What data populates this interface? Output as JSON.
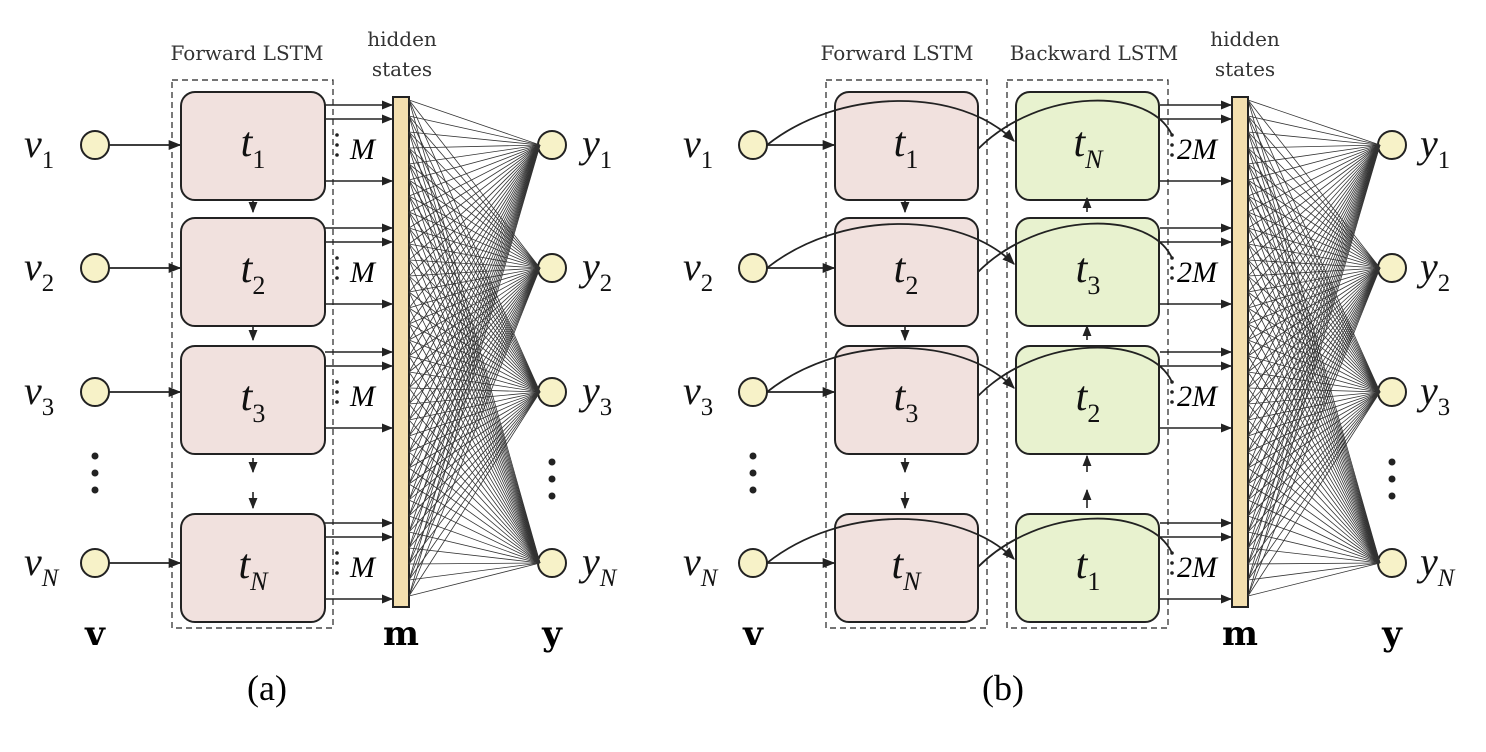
{
  "colors": {
    "forward_fill": "#f1e1de",
    "backward_fill": "#e8f2cf",
    "node_fill": "#f7f2c8",
    "hidden_bar_fill": "#f3dfaf",
    "stroke": "#222222"
  },
  "panel_a": {
    "header_forward": "Forward LSTM",
    "header_hidden_line1": "hidden",
    "header_hidden_line2": "states",
    "inputs": [
      {
        "base": "v",
        "sub": "1"
      },
      {
        "base": "v",
        "sub": "2"
      },
      {
        "base": "v",
        "sub": "3"
      },
      {
        "base": "v",
        "sub": "N"
      }
    ],
    "lstm_cells": [
      {
        "base": "t",
        "sub": "1"
      },
      {
        "base": "t",
        "sub": "2"
      },
      {
        "base": "t",
        "sub": "3"
      },
      {
        "base": "t",
        "sub": "N"
      }
    ],
    "multiplicity": "M",
    "outputs": [
      {
        "base": "y",
        "sub": "1"
      },
      {
        "base": "y",
        "sub": "2"
      },
      {
        "base": "y",
        "sub": "3"
      },
      {
        "base": "y",
        "sub": "N"
      }
    ],
    "input_vector_label": "v",
    "hidden_vector_label": "m",
    "output_vector_label": "y",
    "caption": "(a)"
  },
  "panel_b": {
    "header_forward": "Forward LSTM",
    "header_backward": "Backward LSTM",
    "header_hidden_line1": "hidden",
    "header_hidden_line2": "states",
    "inputs": [
      {
        "base": "v",
        "sub": "1"
      },
      {
        "base": "v",
        "sub": "2"
      },
      {
        "base": "v",
        "sub": "3"
      },
      {
        "base": "v",
        "sub": "N"
      }
    ],
    "forward_cells": [
      {
        "base": "t",
        "sub": "1"
      },
      {
        "base": "t",
        "sub": "2"
      },
      {
        "base": "t",
        "sub": "3"
      },
      {
        "base": "t",
        "sub": "N"
      }
    ],
    "backward_cells": [
      {
        "base": "t",
        "sub": "N"
      },
      {
        "base": "t",
        "sub": "3"
      },
      {
        "base": "t",
        "sub": "2"
      },
      {
        "base": "t",
        "sub": "1"
      }
    ],
    "multiplicity": "2M",
    "outputs": [
      {
        "base": "y",
        "sub": "1"
      },
      {
        "base": "y",
        "sub": "2"
      },
      {
        "base": "y",
        "sub": "3"
      },
      {
        "base": "y",
        "sub": "N"
      }
    ],
    "input_vector_label": "v",
    "hidden_vector_label": "m",
    "output_vector_label": "y",
    "caption": "(b)"
  }
}
